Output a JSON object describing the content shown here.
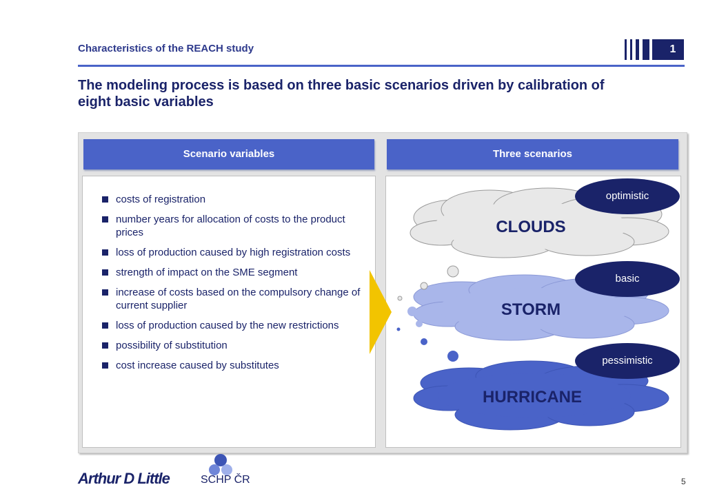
{
  "header": {
    "subtitle": "Characteristics of the REACH study",
    "chapter_number": "1",
    "headline": "The modeling process is based on three basic scenarios driven by calibration of eight basic variables"
  },
  "columns": {
    "left_title": "Scenario variables",
    "right_title": "Three scenarios"
  },
  "variables": [
    "costs of registration",
    "number years for allocation of costs to the product prices",
    "loss of production caused by high registration costs",
    "strength of impact on the SME segment",
    "increase of costs based on the compulsory change of current supplier",
    "loss of production caused by the new restrictions",
    "possibility of substitution",
    "cost increase caused by substitutes"
  ],
  "scenarios": [
    {
      "name": "CLOUDS",
      "tag": "optimistic",
      "color": "#e8e8e8"
    },
    {
      "name": "STORM",
      "tag": "basic",
      "color": "#a9b6ea"
    },
    {
      "name": "HURRICANE",
      "tag": "pessimistic",
      "color": "#4a63c8"
    }
  ],
  "colors": {
    "navy": "#1a2369",
    "accent": "#4a63c8",
    "arrow": "#f2c400"
  },
  "footer": {
    "page_number": "5",
    "logo_adl": "Arthur D Little",
    "logo_schp": "SCHP ČR"
  }
}
